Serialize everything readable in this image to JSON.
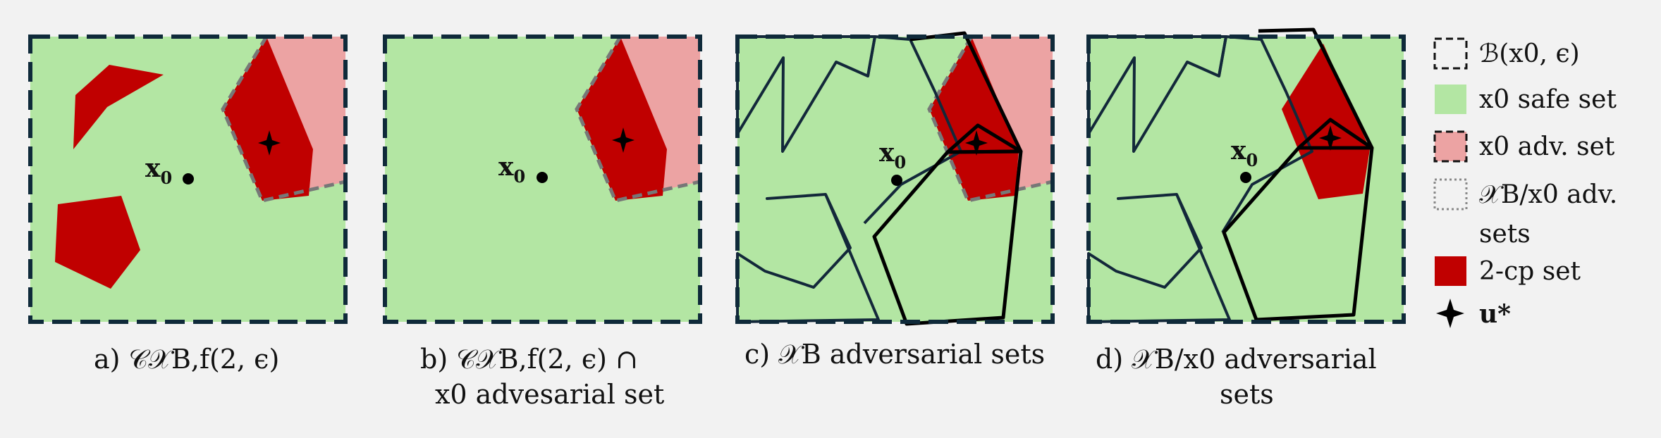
{
  "colors": {
    "safe": "#b3e6a3",
    "adv": "#eca3a3",
    "cp": "#c00000",
    "border": "#0f2a3a",
    "poly": "#13283a",
    "black": "#000000"
  },
  "panels": [
    {
      "id": "a",
      "caption": "a) 𝒞𝒳B,f(2, ϵ)",
      "caption2": "",
      "point_label": "x",
      "point_sub": "0"
    },
    {
      "id": "b",
      "caption": "b) 𝒞𝒳B,f(2, ϵ) ∩",
      "caption2": "x0 advesarial set",
      "point_label": "x",
      "point_sub": "0"
    },
    {
      "id": "c",
      "caption": "c) 𝒳B adversarial sets",
      "caption2": "",
      "point_label": "x",
      "point_sub": "0"
    },
    {
      "id": "d",
      "caption": "d) 𝒳B/x0 adversarial",
      "caption2": "sets",
      "point_label": "x",
      "point_sub": "0"
    }
  ],
  "legend": [
    {
      "icon": "dashed-box-icon",
      "label": "ℬ(x0, ϵ)"
    },
    {
      "icon": "green-box-icon",
      "label": "x0 safe set"
    },
    {
      "icon": "pink-dashed-box-icon",
      "label": "x0 adv. set"
    },
    {
      "icon": "dotted-box-icon",
      "label": "𝒳B/x0 adv.",
      "label2": "sets"
    },
    {
      "icon": "red-box-icon",
      "label": "2-cp set"
    },
    {
      "icon": "star-icon",
      "label": "u*"
    }
  ]
}
